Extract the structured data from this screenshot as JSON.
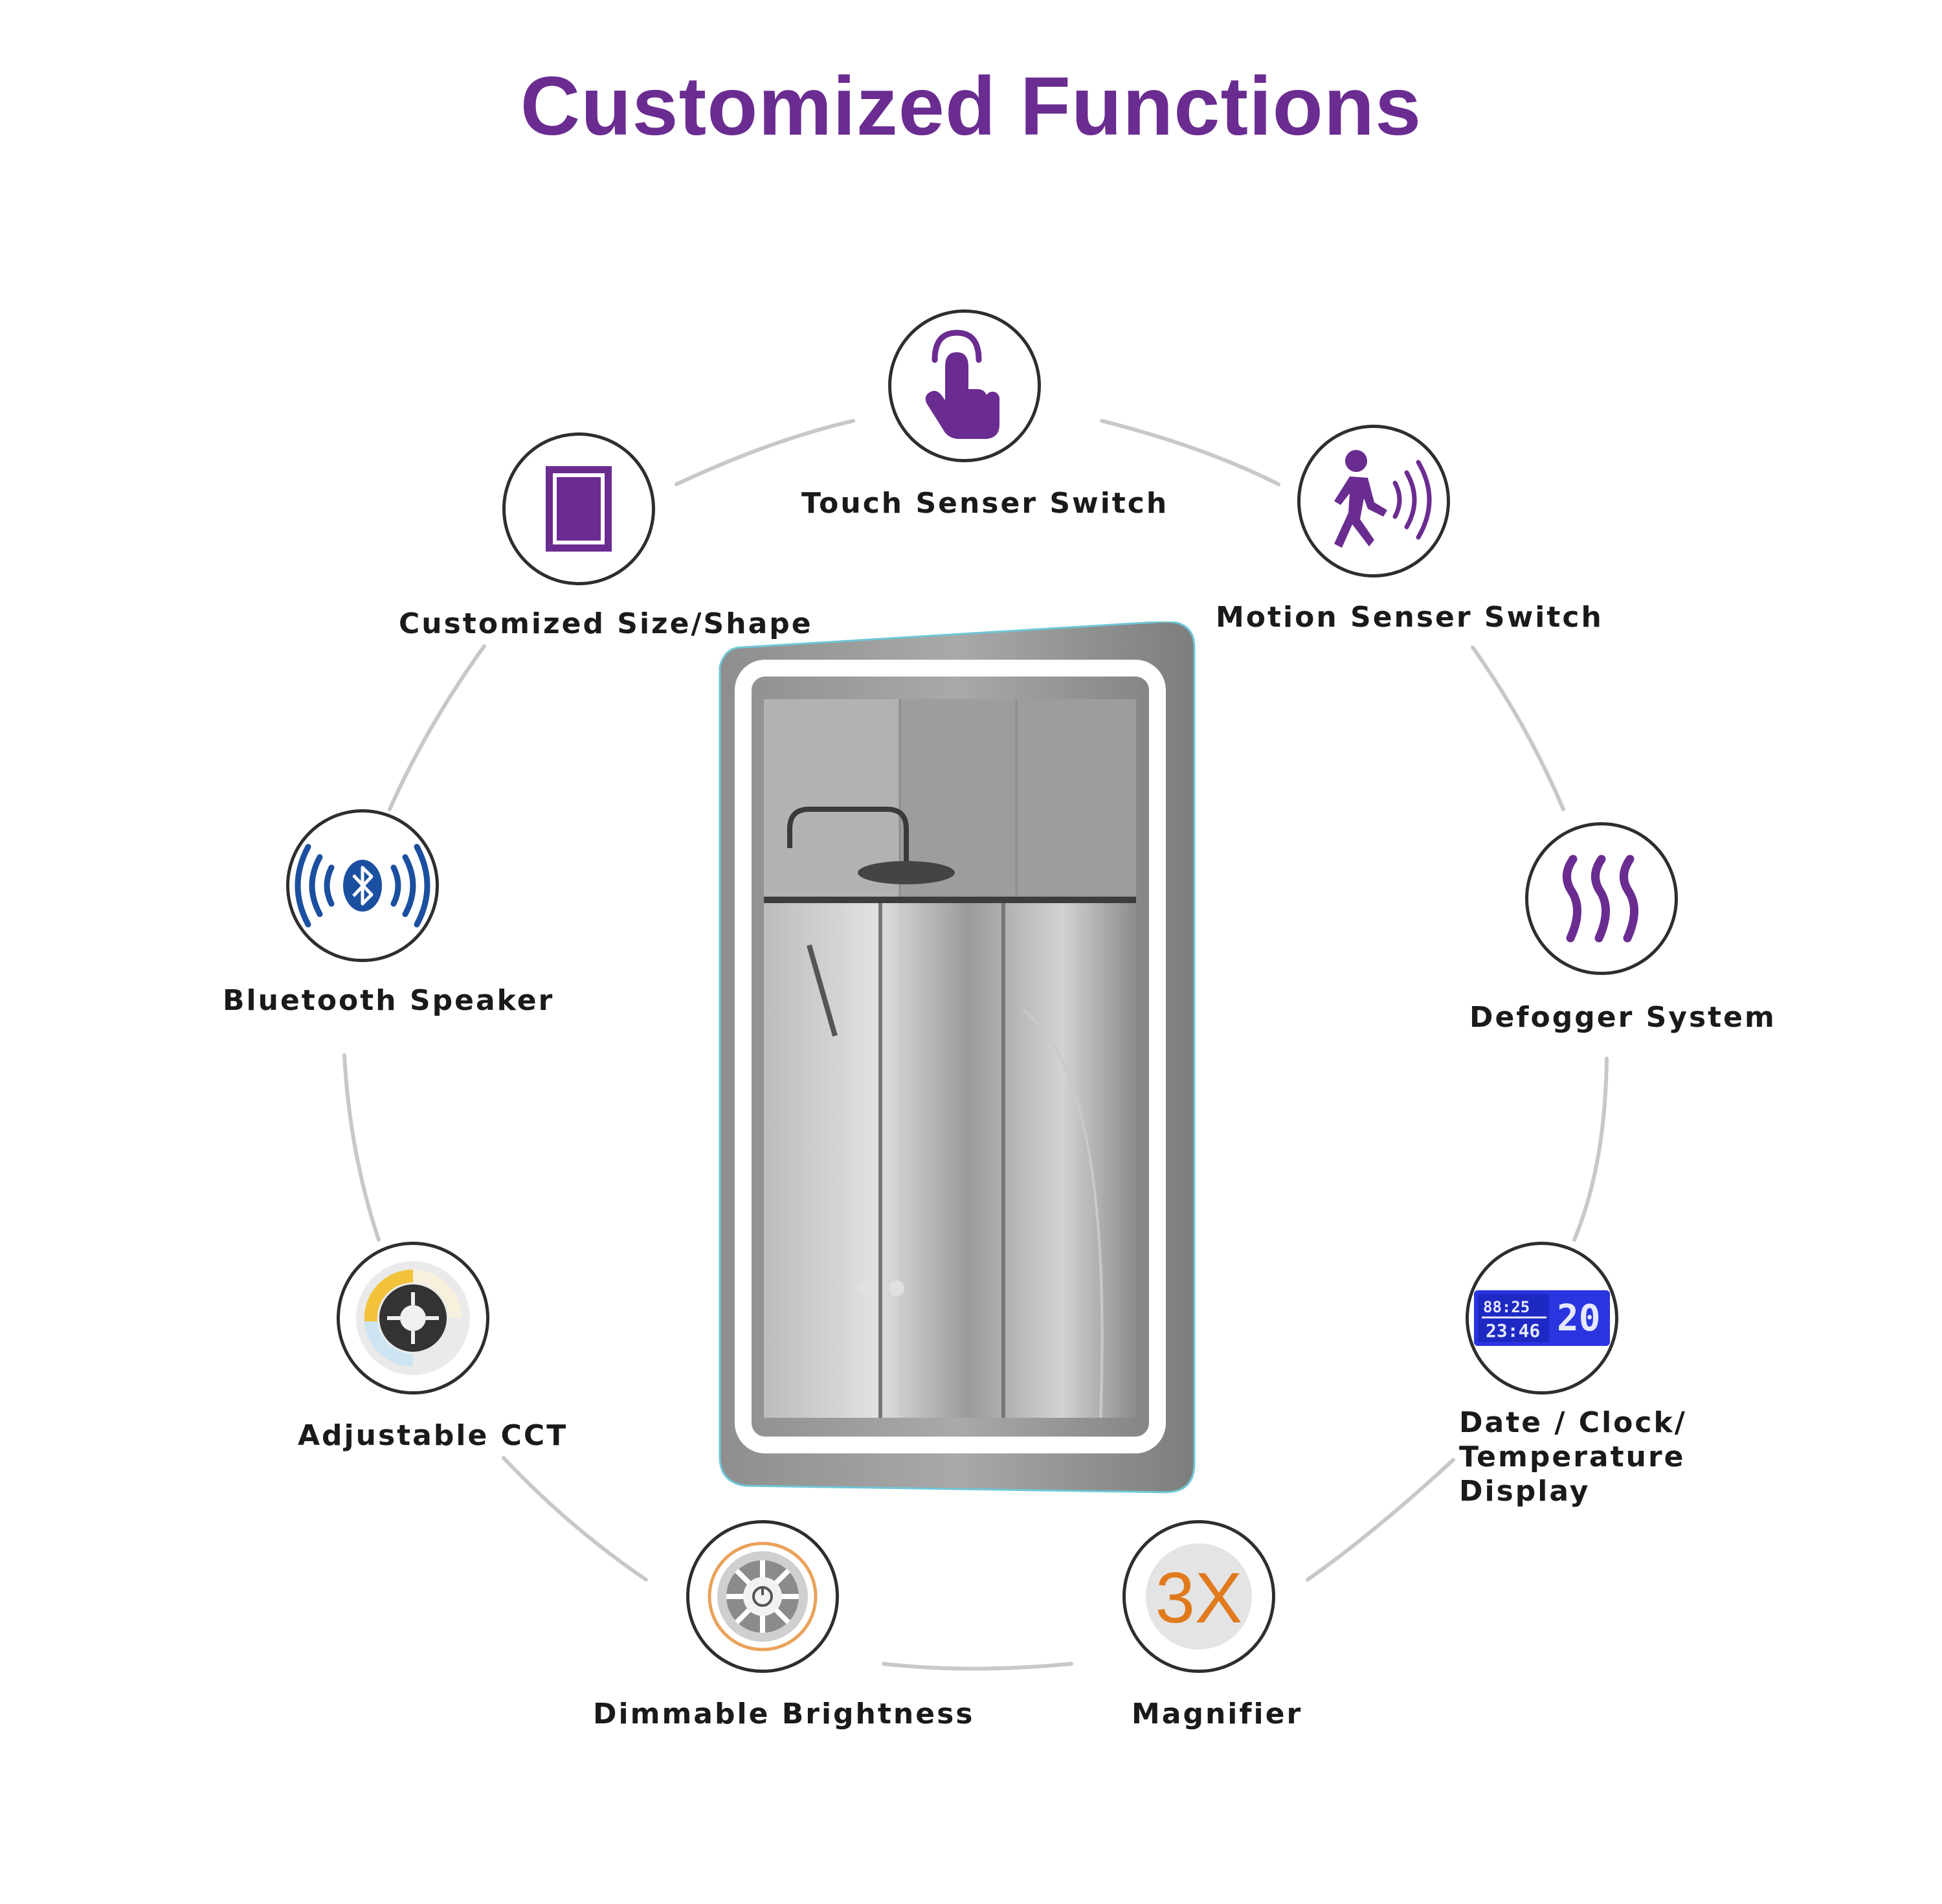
{
  "title": "Customized Functions",
  "colors": {
    "title": "#6b2c91",
    "icon_purple": "#6b2c91",
    "ring_line": "#c8c8c8",
    "circle_border": "#2e2e2e",
    "bluetooth_blue": "#1b4fa0",
    "magnifier_orange": "#e07a1c",
    "lcd_blue": "#2a35e0"
  },
  "features": [
    {
      "label": "Touch Senser Switch",
      "icon": "touch-hand-icon"
    },
    {
      "label": "Motion Senser Switch",
      "icon": "motion-walk-icon"
    },
    {
      "label": "Defogger System",
      "icon": "heat-waves-icon"
    },
    {
      "label": "Date / Clock/ Temperature Display",
      "icon": "lcd-display-icon"
    },
    {
      "label": "Magnifier",
      "icon": "magnifier-3x-icon",
      "icon_text": "3X"
    },
    {
      "label": "Dimmable Brightness",
      "icon": "dimmer-knob-icon"
    },
    {
      "label": "Adjustable CCT",
      "icon": "cct-knob-icon"
    },
    {
      "label": "Bluetooth Speaker",
      "icon": "bluetooth-speaker-icon"
    },
    {
      "label": "Customized Size/Shape",
      "icon": "size-shape-icon"
    }
  ]
}
